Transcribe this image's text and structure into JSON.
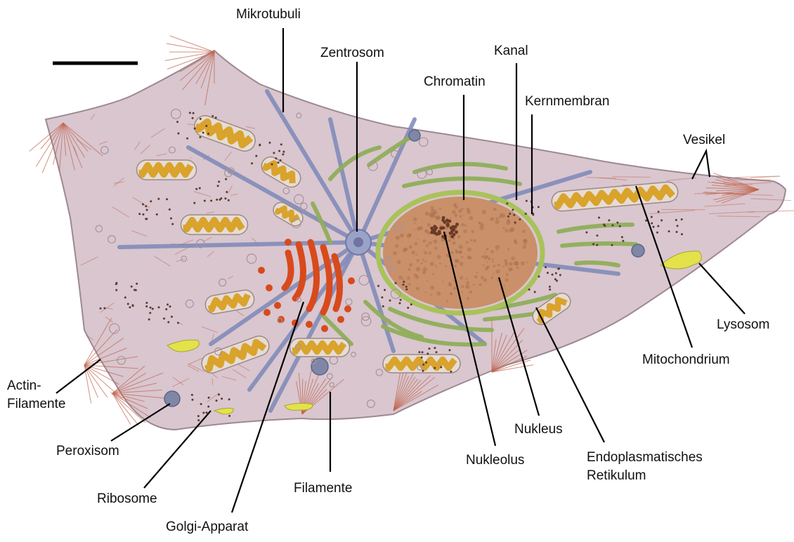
{
  "labels": {
    "mikrotubuli": "Mikrotubuli",
    "zentrosom": "Zentrosom",
    "kanal": "Kanal",
    "chromatin": "Chromatin",
    "kernmembran": "Kernmembran",
    "vesikel": "Vesikel",
    "lysosom": "Lysosom",
    "mitochondrium": "Mitochondrium",
    "actin_line1": "Actin-",
    "actin_line2": "Filamente",
    "peroxisom": "Peroxisom",
    "ribosome": "Ribosome",
    "golgi": "Golgi-Apparat",
    "filamente": "Filamente",
    "nukleolus": "Nukleolus",
    "nukleus": "Nukleus",
    "er_line1": "Endoplasmatisches",
    "er_line2": "Retikulum"
  },
  "colors": {
    "cytoplasm": "#d9c6cf",
    "cell_outline": "#a08a95",
    "actin": "#c0624a",
    "microtubule": "#7d88b8",
    "nucleus": "#c9906a",
    "nuclear_envelope": "#a9c25a",
    "er": "#8fae58",
    "mito_outer": "#e6dcd6",
    "mito_inner": "#d9a32c",
    "golgi": "#d84a1c",
    "lysosome": "#e3e24a",
    "peroxisome": "#7f86a6",
    "ribosome": "#5a3a30"
  }
}
